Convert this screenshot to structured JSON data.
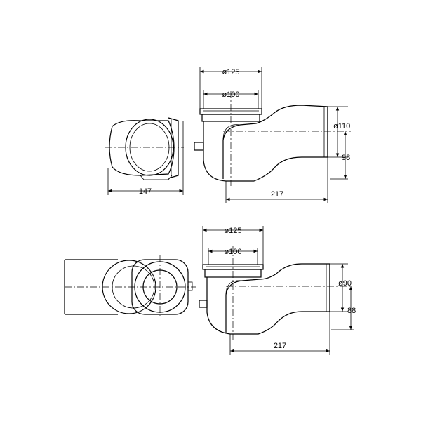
{
  "top": {
    "dim_outer_diameter": "ø125",
    "dim_inner_diameter": "ø100",
    "dim_outlet_diameter": "ø110",
    "dim_height": "98",
    "dim_length": "217",
    "dim_side_width": "147"
  },
  "bottom": {
    "dim_outer_diameter": "ø125",
    "dim_inner_diameter": "ø100",
    "dim_outlet_diameter": "ø90",
    "dim_height": "88",
    "dim_length": "217"
  }
}
